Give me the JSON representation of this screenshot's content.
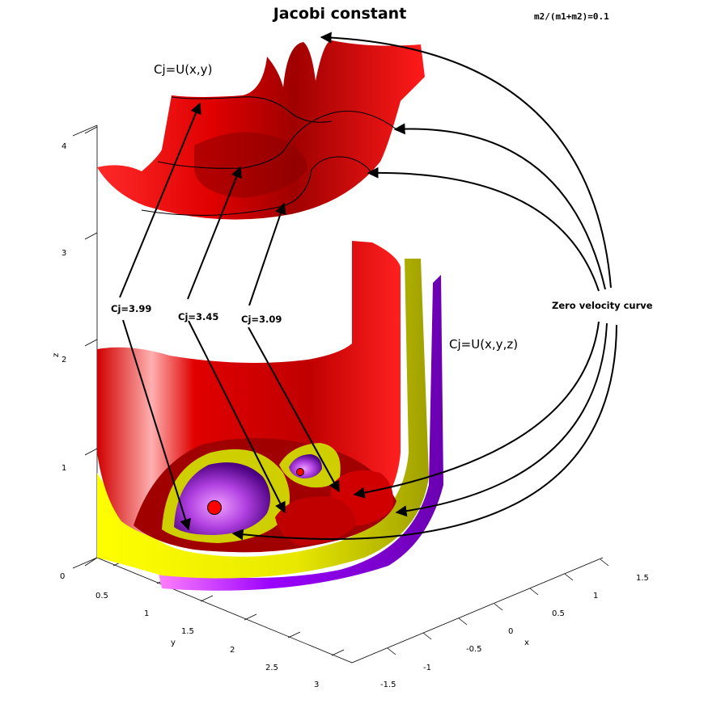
{
  "title": "Jacobi constant",
  "mass_ratio_label": "m2/(m1+m2)=0.1",
  "label_2d": "Cj=U(x,y)",
  "label_3d": "Cj=U(x,y,z)",
  "zero_velocity_label": "Zero velocity curve",
  "cj_labels": [
    "Cj=3.99",
    "Cj=3.45",
    "Cj=3.09"
  ],
  "axes": {
    "z_label": "z",
    "y_label": "y",
    "x_label": "x",
    "z_ticks": [
      "0",
      "1",
      "2",
      "3",
      "4"
    ],
    "y_ticks": [
      "0.5",
      "1",
      "1.5",
      "2",
      "2.5",
      "3"
    ],
    "x_ticks": [
      "1.5",
      "1",
      "0.5",
      "0",
      "-0.5",
      "-1",
      "-1.5"
    ]
  },
  "colors": {
    "surface_red": "#e00000",
    "surface_dark_red": "#8a0000",
    "shell_yellow": "#ffff00",
    "shell_purple": "#8a00e0",
    "primary_body": "#ff0000"
  }
}
